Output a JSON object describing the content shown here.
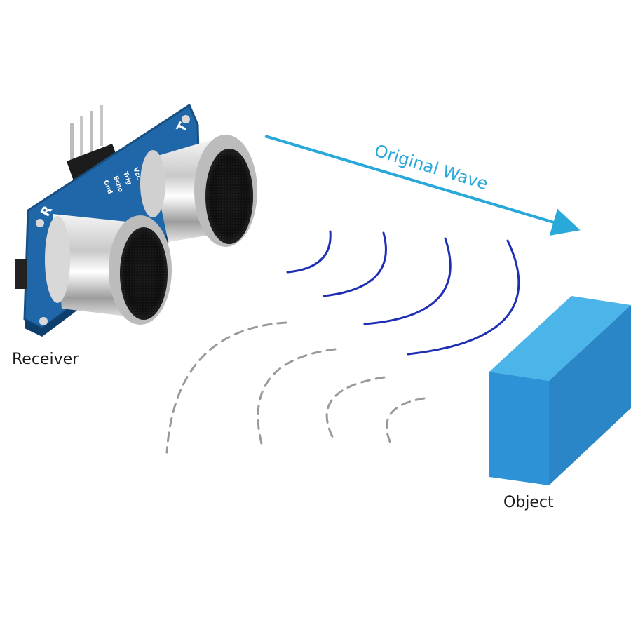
{
  "labels": {
    "receiver": "Receiver",
    "object": "Object",
    "wave": "Original Wave"
  },
  "sensor": {
    "pins": [
      "Vcc",
      "Trig",
      "Echo",
      "Gnd"
    ],
    "board_left_letter": "R",
    "board_right_letter": "T"
  },
  "colors": {
    "wave_arrow": "#28a9d9",
    "emitted_waves": "#1f2fb5",
    "reflected_waves": "#9a9a9a",
    "object_front": "#2e93d6",
    "object_top": "#4bb4e8",
    "object_side": "#2a86c6",
    "board": "#1f67a8"
  }
}
